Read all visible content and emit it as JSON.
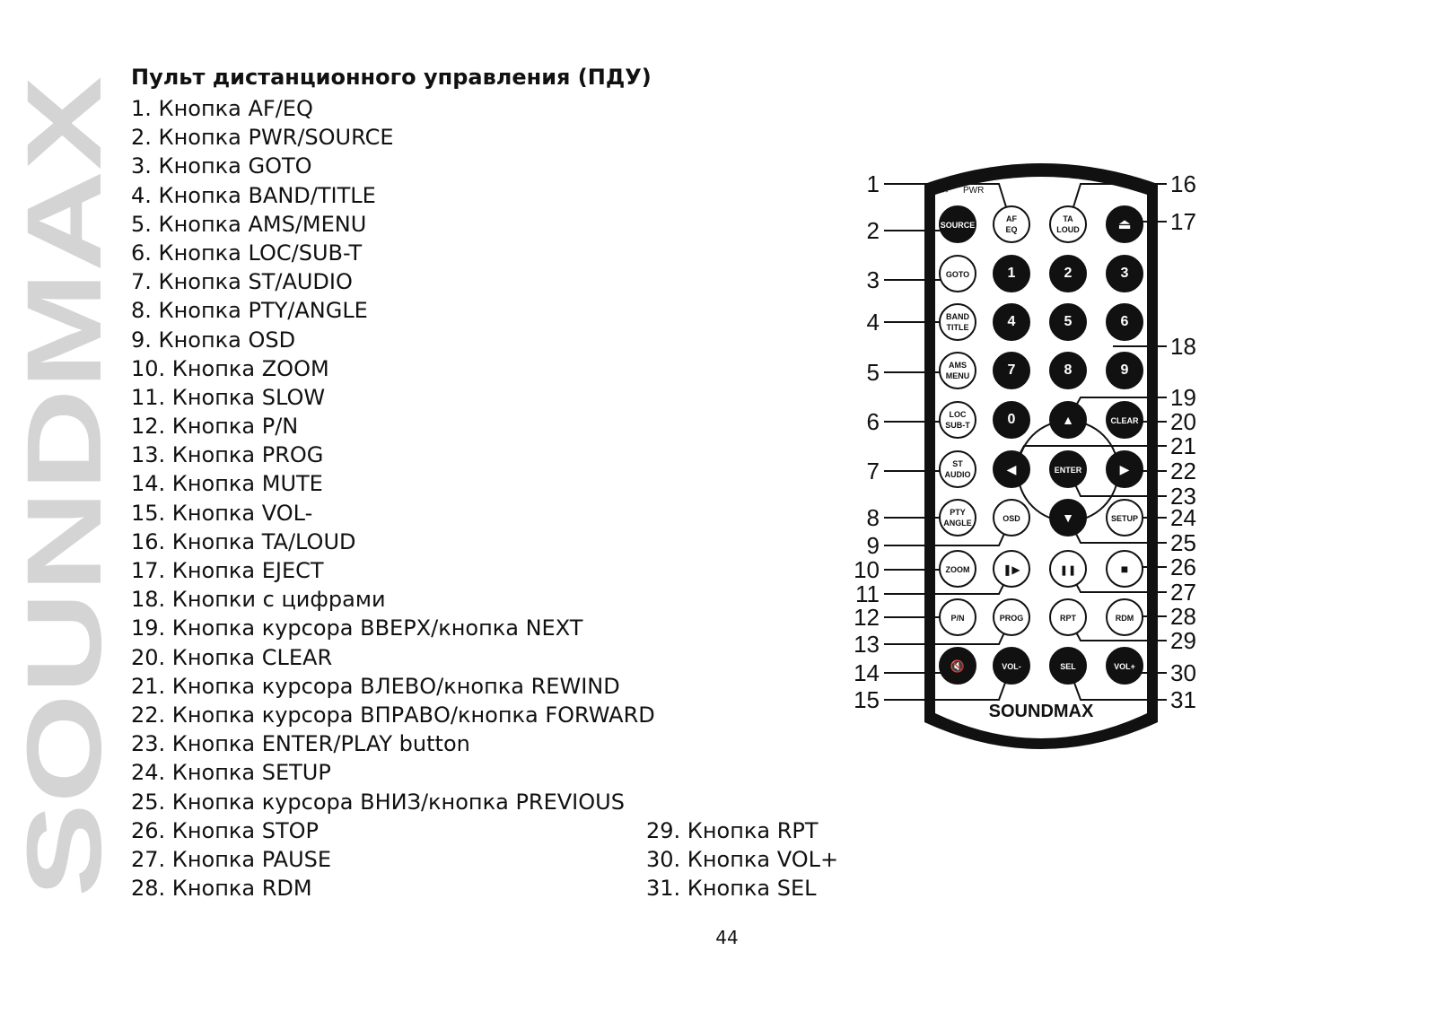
{
  "watermark": "SOUNDMAX",
  "heading": "Пульт дистанционного управления (ПДУ)",
  "items": [
    "1. Кнопка AF/EQ",
    "2. Кнопка PWR/SOURCE",
    "3. Кнопка GOTO",
    "4. Кнопка BAND/TITLE",
    "5. Кнопка AMS/MENU",
    "6. Кнопка LOC/SUB-T",
    "7. Кнопка ST/AUDIO",
    "8. Кнопка PTY/ANGLE",
    "9. Кнопка OSD",
    "10. Кнопка ZOOM",
    "11. Кнопка SLOW",
    "12. Кнопка P/N",
    "13. Кнопка PROG",
    "14. Кнопка MUTE",
    "15. Кнопка VOL-",
    "16. Кнопка TA/LOUD",
    "17. Кнопка EJECT",
    "18. Кнопки с цифрами",
    "19. Кнопка курсора ВВЕРХ/кнопка NEXT",
    "20. Кнопка CLEAR",
    "21. Кнопка курсора ВЛЕВО/кнопка REWIND",
    "22. Кнопка курсора ВПРАВО/кнопка FORWARD",
    "23. Кнопка ENTER/PLAY button",
    "24. Кнопка SETUP",
    "25. Кнопка курсора ВНИЗ/кнопка PREVIOUS",
    "26. Кнопка STOP",
    "27. Кнопка PAUSE",
    "28. Кнопка RDM"
  ],
  "items_col2": [
    "29. Кнопка RPT",
    "30. Кнопка VOL+",
    "31. Кнопка SEL"
  ],
  "page_number": "44",
  "remote": {
    "brand": "SOUNDMAX",
    "pwr_label": "PWR",
    "buttons": {
      "source": "SOURCE",
      "af": "AF",
      "eq": "EQ",
      "ta": "TA",
      "loud": "LOUD",
      "goto": "GOTO",
      "band": "BAND",
      "title": "TITLE",
      "ams": "AMS",
      "menu": "MENU",
      "loc": "LOC",
      "subt": "SUB-T",
      "st": "ST",
      "audio": "AUDIO",
      "pty": "PTY",
      "angle": "ANGLE",
      "osd": "OSD",
      "zoom": "ZOOM",
      "pn": "P/N",
      "prog": "PROG",
      "rpt": "RPT",
      "rdm": "RDM",
      "clear": "CLEAR",
      "setup": "SETUP",
      "enter": "ENTER",
      "volm": "VOL-",
      "volp": "VOL+",
      "sel": "SEL"
    },
    "digits": [
      "1",
      "2",
      "3",
      "4",
      "5",
      "6",
      "7",
      "8",
      "9",
      "0"
    ],
    "callouts": [
      "1",
      "2",
      "3",
      "4",
      "5",
      "6",
      "7",
      "8",
      "9",
      "10",
      "11",
      "12",
      "13",
      "14",
      "15",
      "16",
      "17",
      "18",
      "19",
      "20",
      "21",
      "22",
      "23",
      "24",
      "25",
      "26",
      "27",
      "28",
      "29",
      "30",
      "31"
    ]
  },
  "colors": {
    "ink": "#111111",
    "watermark": "#d4d4d4"
  }
}
